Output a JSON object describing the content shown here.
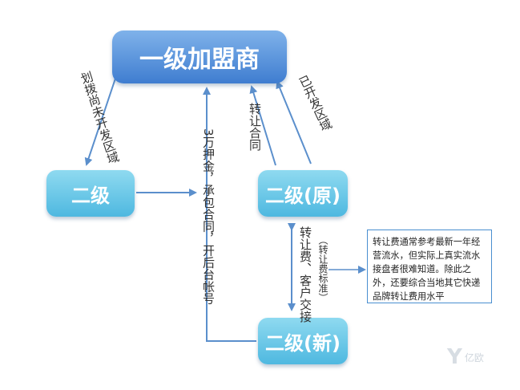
{
  "nodes": {
    "top": "一级加盟商",
    "left": "二级",
    "right": "二级(原)",
    "bottom": "二级(新)"
  },
  "edges": {
    "top_to_left": "划拨尚未开发区域",
    "right_to_top": "已开发区域",
    "right_contract": "转让合同",
    "middle": "3万押金，承包合同，开后台帐号",
    "fee_exchange": "转让费、客户交接",
    "fee_standard": "（转让费标准）"
  },
  "note": "转让费通常参考最新一年经营流水，但实际上真实流水接盘者很难知道。除此之外，还要综合当地其它快递品牌转让费用水平",
  "watermark": {
    "mark": "Y",
    "text": "亿欧"
  },
  "colors": {
    "top_node": "#4f8bd6",
    "sub_node": "#5ec0e4",
    "arrow": "#5b8fcc",
    "note_border": "#4a8fd0"
  }
}
